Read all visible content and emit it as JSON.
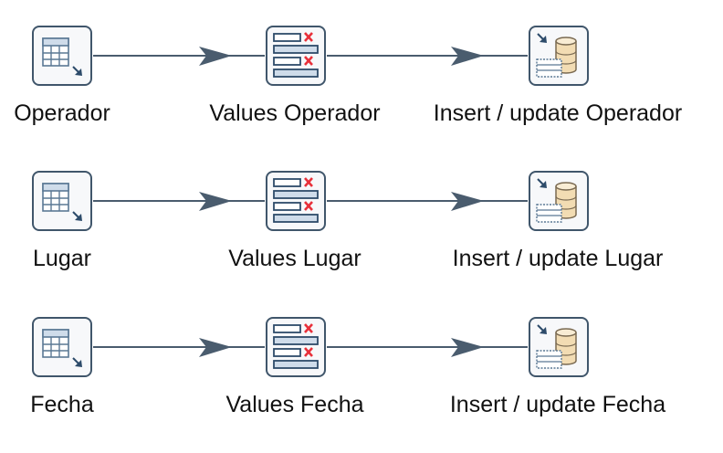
{
  "rows": [
    {
      "steps": [
        {
          "label": "Operador",
          "icon": "table-input-icon"
        },
        {
          "label": "Values Operador",
          "icon": "select-values-icon"
        },
        {
          "label": "Insert / update Operador",
          "icon": "insert-update-icon"
        }
      ]
    },
    {
      "steps": [
        {
          "label": "Lugar",
          "icon": "table-input-icon"
        },
        {
          "label": "Values Lugar",
          "icon": "select-values-icon"
        },
        {
          "label": "Insert / update Lugar",
          "icon": "insert-update-icon"
        }
      ]
    },
    {
      "steps": [
        {
          "label": "Fecha",
          "icon": "table-input-icon"
        },
        {
          "label": "Values Fecha",
          "icon": "select-values-icon"
        },
        {
          "label": "Insert / update Fecha",
          "icon": "insert-update-icon"
        }
      ]
    }
  ],
  "colors": {
    "hop": "#4a5c6e",
    "frame": "#40566b",
    "delete_mark": "#e8303a",
    "db_fill": "#f2dcb3"
  }
}
